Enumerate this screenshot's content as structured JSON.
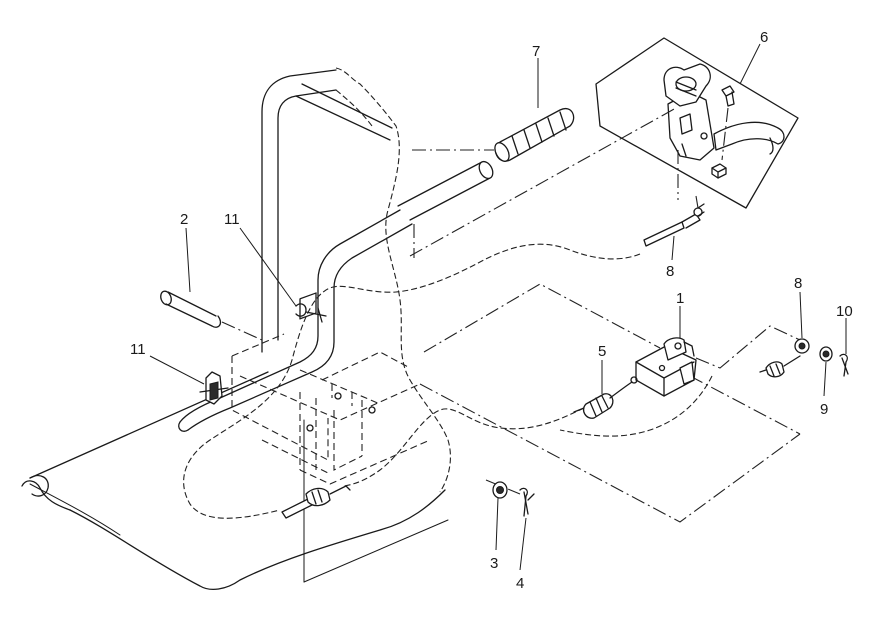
{
  "callouts": {
    "c1": "1",
    "c2": "2",
    "c3": "3",
    "c4": "4",
    "c5": "5",
    "c6": "6",
    "c7": "7",
    "c8a": "8",
    "c8b": "8",
    "c9": "9",
    "c10": "10",
    "c11a": "11",
    "c11b": "11"
  }
}
